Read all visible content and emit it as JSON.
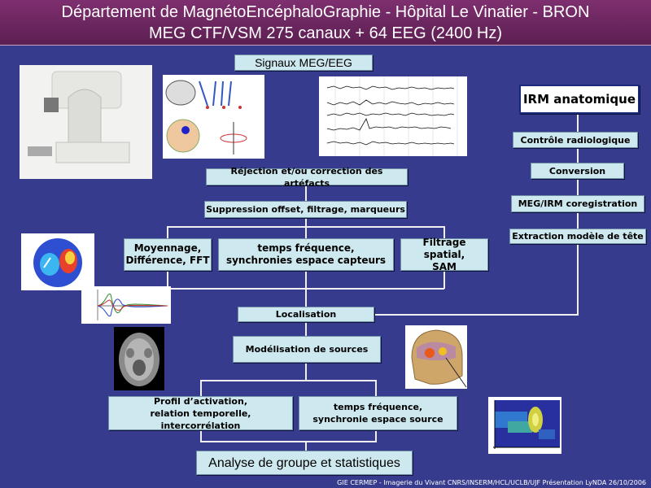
{
  "header": {
    "line1": "Département de MagnétoEncéphaloGraphie - Hôpital Le Vinatier - BRON",
    "line2": "MEG CTF/VSM 275 canaux + 64 EEG (2400 Hz)"
  },
  "boxes": {
    "signaux": "Signaux MEG/EEG",
    "rejection": "Réjection et/ou correction des artéfacts",
    "suppression": "Suppression offset, filtrage, marqueurs",
    "moyennage_1": "Moyennage,",
    "moyennage_2": "Différence, FFT",
    "tf_capteurs_1": "temps fréquence,",
    "tf_capteurs_2": "synchronies espace capteurs",
    "filtrage_1": "Filtrage spatial,",
    "filtrage_2": "SAM",
    "localisation": "Localisation",
    "modelisation": "Modélisation de sources",
    "profil_1": "Profil d’activation,",
    "profil_2": "relation temporelle, intercorrélation",
    "tf_source_1": "temps fréquence,",
    "tf_source_2": "synchronie espace source",
    "analyse": "Analyse de groupe et statistiques",
    "irm": "IRM anatomique",
    "controle": "Contrôle radiologique",
    "conversion": "Conversion",
    "coregistration": "MEG/IRM coregistration",
    "extraction": "Extraction modèle de tête"
  },
  "footer": "GIE CERMEP - Imagerie du Vivant CNRS/INSERM/HCL/UCLB/UJF  Présentation LyNDA 26/10/2006"
}
